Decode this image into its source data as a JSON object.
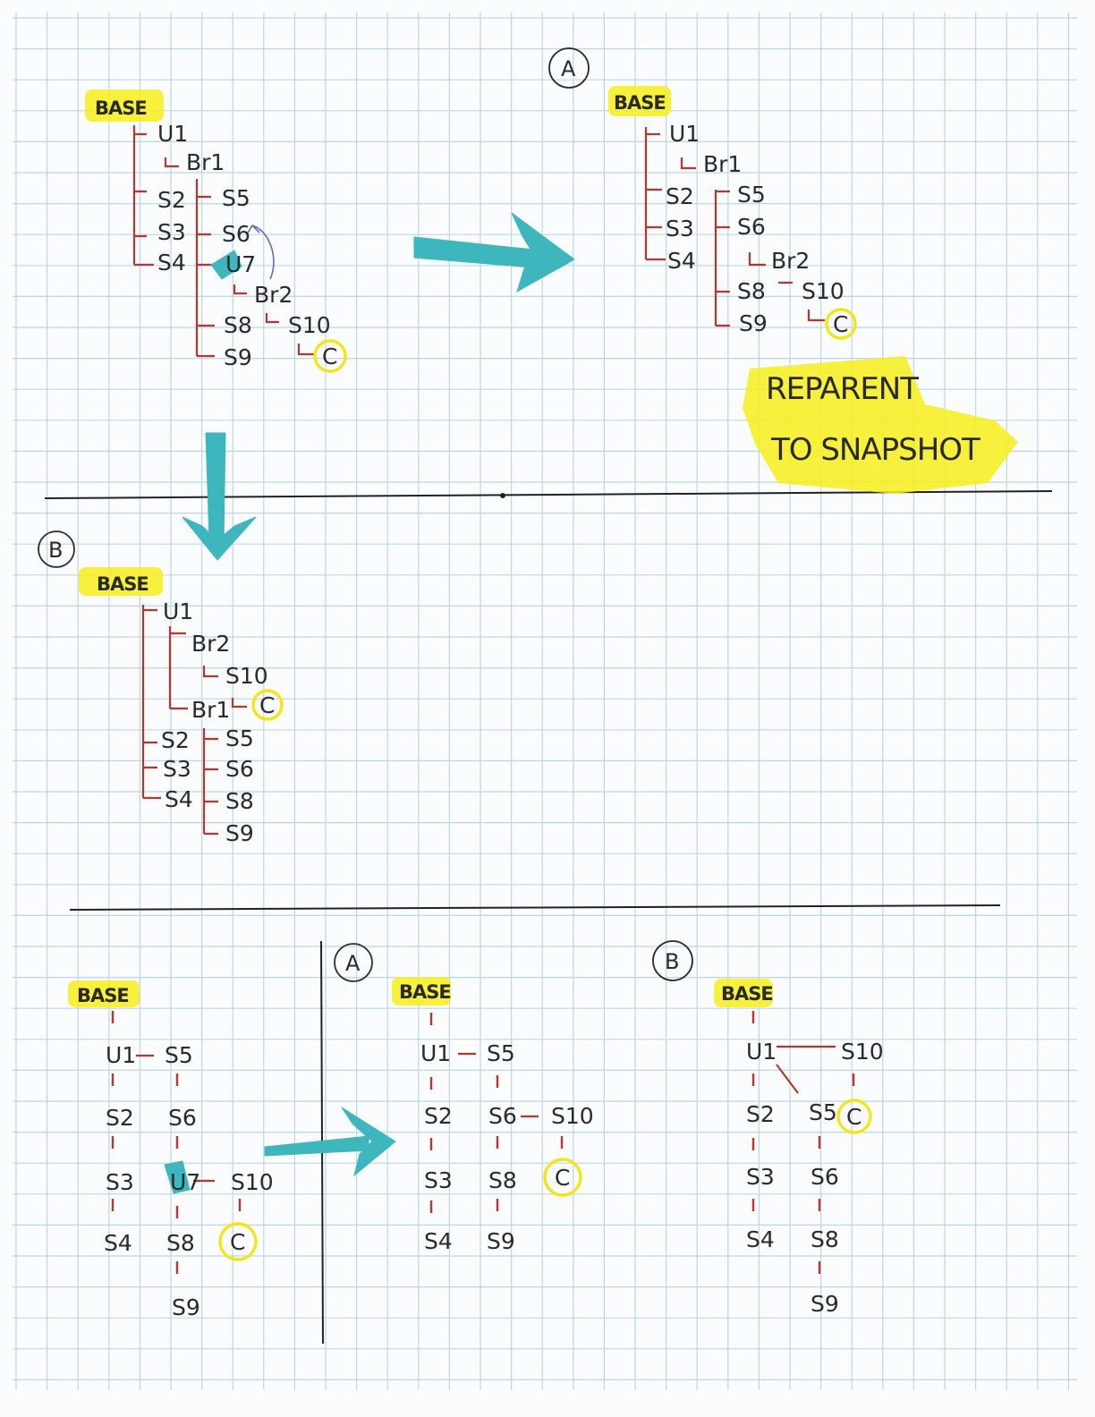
{
  "section_top": {
    "before": {
      "base": "BASE",
      "nodes": {
        "u1": "U1",
        "br1": "Br1",
        "s2": "S2",
        "s3": "S3",
        "s4": "S4",
        "s5": "S5",
        "s6": "S6",
        "u7": "U7",
        "br2": "Br2",
        "s8": "S8",
        "s9": "S9",
        "s10": "S10",
        "c": "C"
      }
    },
    "option_a": {
      "marker": "A",
      "base": "BASE",
      "nodes": {
        "u1": "U1",
        "br1": "Br1",
        "s2": "S2",
        "s3": "S3",
        "s4": "S4",
        "s5": "S5",
        "s6": "S6",
        "br2": "Br2",
        "s8": "S8",
        "s9": "S9",
        "s10": "S10",
        "c": "C"
      },
      "caption_line1": "REPARENT",
      "caption_line2": "TO SNAPSHOT"
    },
    "option_b": {
      "marker": "B",
      "base": "BASE",
      "nodes": {
        "u1": "U1",
        "br2": "Br2",
        "s10": "S10",
        "c": "C",
        "br1": "Br1",
        "s2": "S2",
        "s3": "S3",
        "s4": "S4",
        "s5": "S5",
        "s6": "S6",
        "s8": "S8",
        "s9": "S9"
      }
    }
  },
  "section_bottom": {
    "before": {
      "base": "BASE",
      "nodes": {
        "u1": "U1",
        "s5": "S5",
        "s2": "S2",
        "s6": "S6",
        "s3": "S3",
        "u7": "U7",
        "s10": "S10",
        "s4": "S4",
        "s8": "S8",
        "c": "C",
        "s9": "S9"
      }
    },
    "option_a": {
      "marker": "A",
      "base": "BASE",
      "nodes": {
        "u1": "U1",
        "s5": "S5",
        "s2": "S2",
        "s6": "S6",
        "s10": "S10",
        "s3": "S3",
        "s8": "S8",
        "c": "C",
        "s4": "S4",
        "s9": "S9"
      }
    },
    "option_b": {
      "marker": "B",
      "base": "BASE",
      "nodes": {
        "u1": "U1",
        "s10": "S10",
        "s2": "S2",
        "s5": "S5",
        "c": "C",
        "s3": "S3",
        "s6": "S6",
        "s4": "S4",
        "s8": "S8",
        "s9": "S9"
      }
    }
  },
  "colors": {
    "tree_line": "#b8362c",
    "highlight": "#f6ee1c",
    "arrow": "#3eb6bd",
    "grid": "#bcd6e6",
    "ink": "#2a2a2a"
  }
}
